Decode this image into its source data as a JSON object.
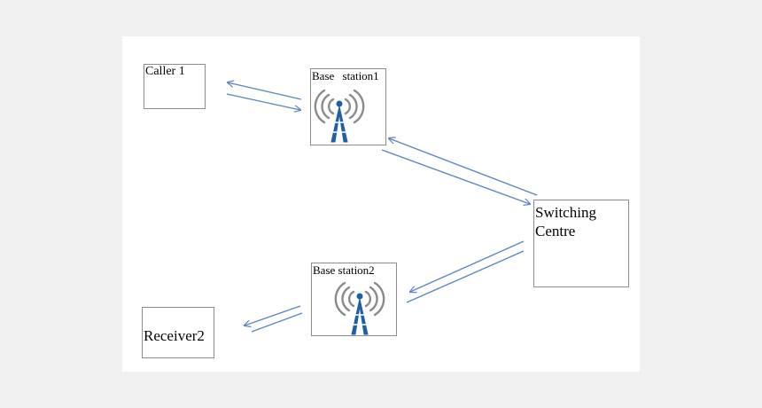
{
  "nodes": {
    "caller1": {
      "label": "Caller 1"
    },
    "base_station1": {
      "label": "Base station1"
    },
    "switching_centre": {
      "label": "Switching Centre"
    },
    "base_station2": {
      "label": "Base station2"
    },
    "receiver2": {
      "label": "Receiver2"
    }
  },
  "colors": {
    "arrow": "#5b86c5",
    "tower": "#1f5fa8",
    "waves": "#8a8a8a"
  },
  "icons": [
    "antenna-tower-icon"
  ]
}
